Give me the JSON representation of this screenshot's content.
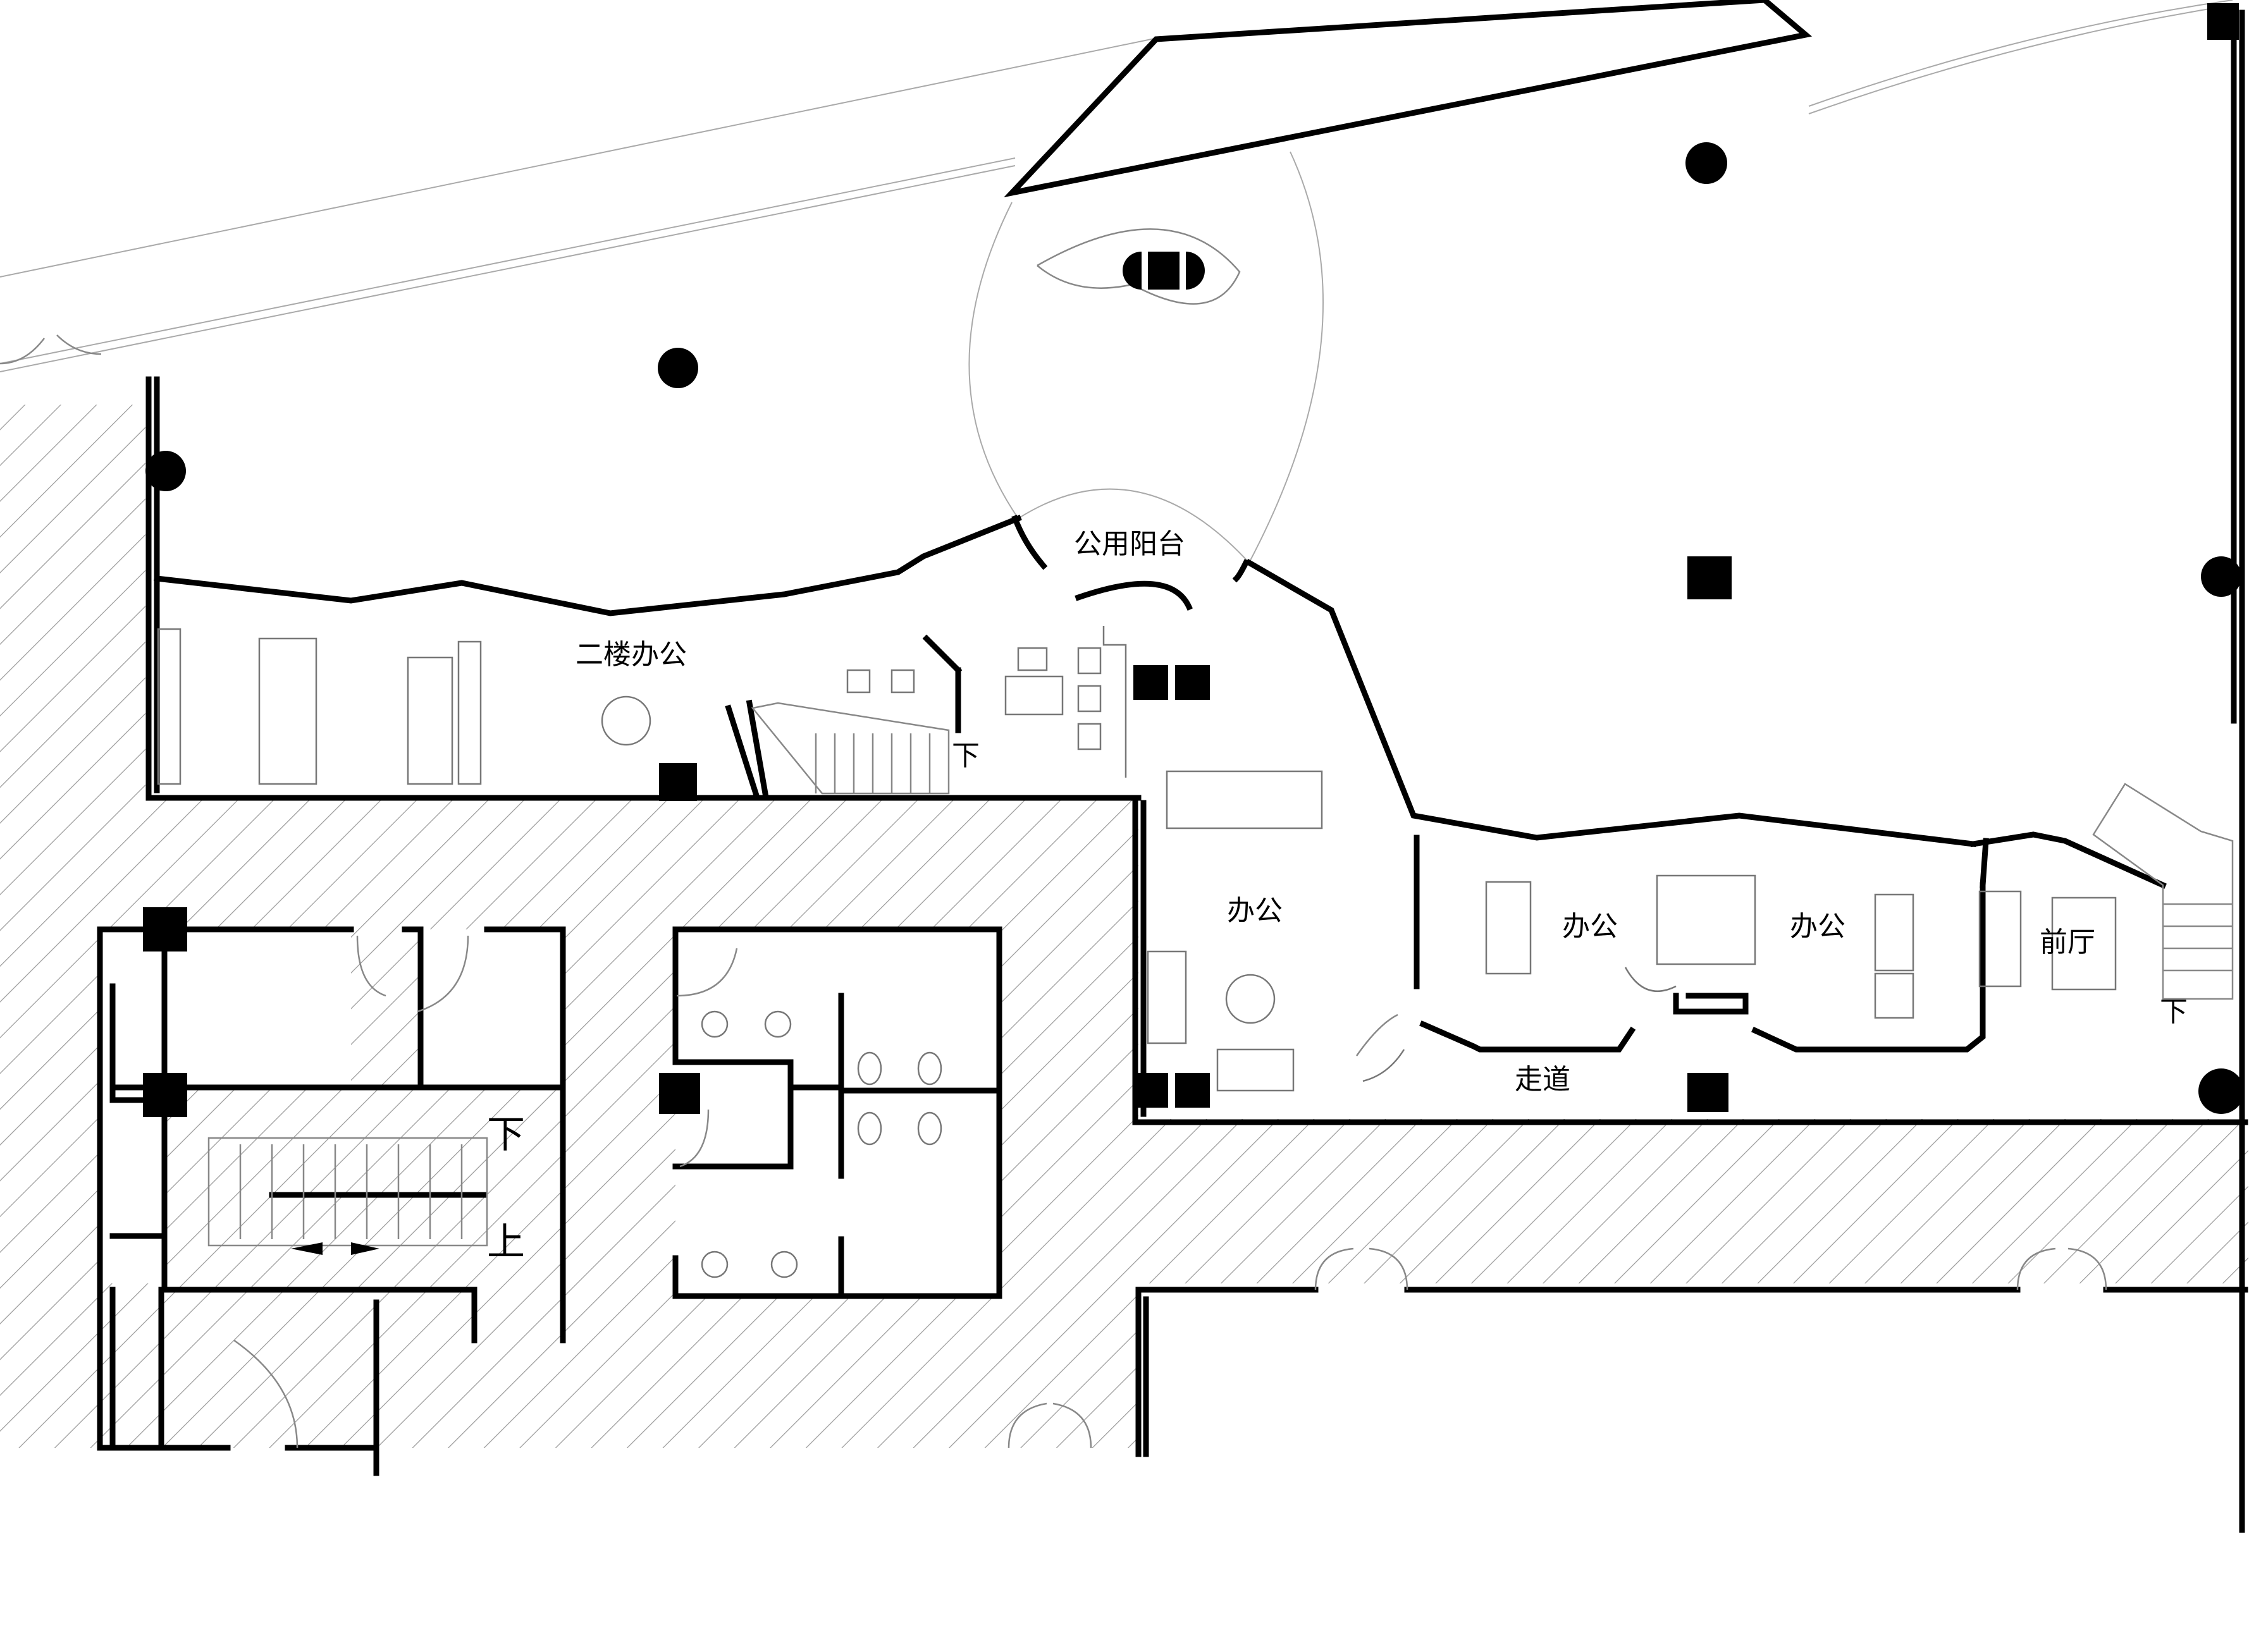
{
  "rooms": {
    "second_floor_office": "二楼办公",
    "public_balcony": "公用阳台",
    "office_a": "办公",
    "office_b": "办公",
    "office_c": "办公",
    "front_hall": "前厅",
    "corridor": "走道"
  },
  "stairs": {
    "lobby_stair_down": "下",
    "core_stair_down": "下",
    "core_stair_up": "上",
    "front_stair_down": "下"
  }
}
